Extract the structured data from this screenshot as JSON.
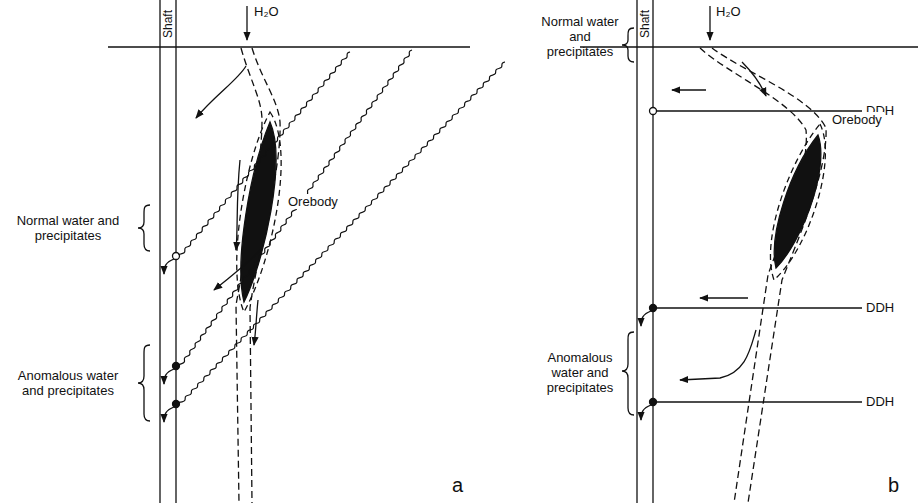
{
  "diagram": {
    "labels": [
      "Shaft",
      "H₂O",
      "Normal water and precipitates",
      "Orebody",
      "Anomalous water and precipitates",
      "a",
      "Shaft",
      "H₂O",
      "Normal water and precipitates",
      "DDH",
      "Orebody",
      "DDH",
      "Anomalous water and precipitates",
      "DDH",
      "b"
    ]
  }
}
